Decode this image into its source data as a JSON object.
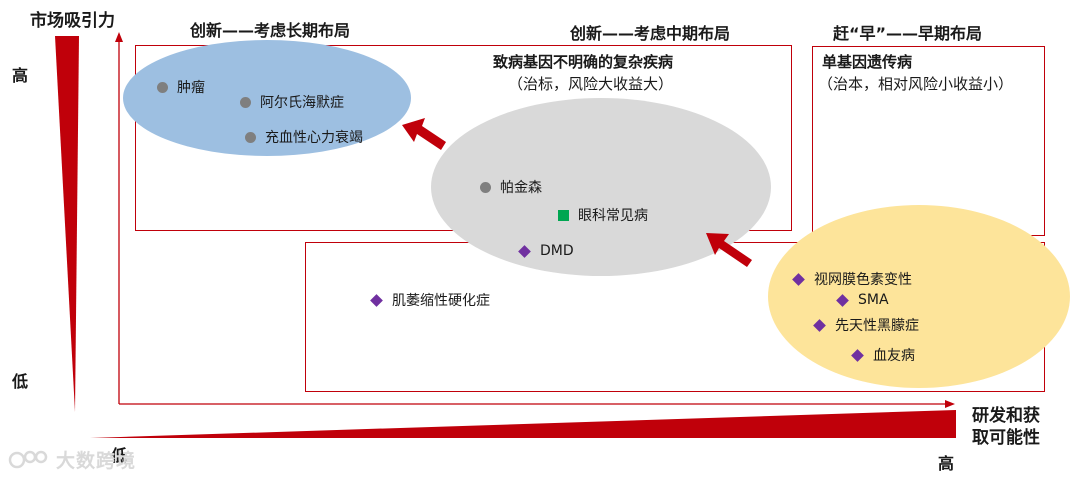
{
  "axes": {
    "y_title": "市场吸引力",
    "y_high": "高",
    "y_low": "低",
    "x_title_line1": "研发和获",
    "x_title_line2": "取可能性",
    "x_low": "低",
    "x_high": "高"
  },
  "sections": {
    "long_term": "创新——考虑长期布局",
    "mid_term": "创新——考虑中期布局",
    "early": "赶“早”——早期布局"
  },
  "boxes": {
    "complex": {
      "title": "致病基因不明确的复杂疾病",
      "subtitle": "（治标，风险大收益大）"
    },
    "single": {
      "title": "单基因遗传病",
      "subtitle": "（治本，相对风险小收益小）"
    }
  },
  "items": {
    "tumor": "肿瘤",
    "alzheimers": "阿尔氏海默症",
    "heart_failure": "充血性心力衰竭",
    "parkinsons": "帕金森",
    "eye": "眼科常见病",
    "dmd": "DMD",
    "als": "肌萎缩性硬化症",
    "retinitis": "视网膜色素变性",
    "sma": "SMA",
    "amaurosis": "先天性黑朦症",
    "hemophilia": "血友病"
  },
  "colors": {
    "red": "#c0000a",
    "blue_ellipse": "#9dbfe1",
    "gray_ellipse": "#d9d9d9",
    "yellow_ellipse": "#fde49a",
    "gray_marker": "#7f7f7f",
    "green_marker": "#00a651",
    "purple_marker": "#7030a0"
  },
  "watermark": "大数跨境"
}
